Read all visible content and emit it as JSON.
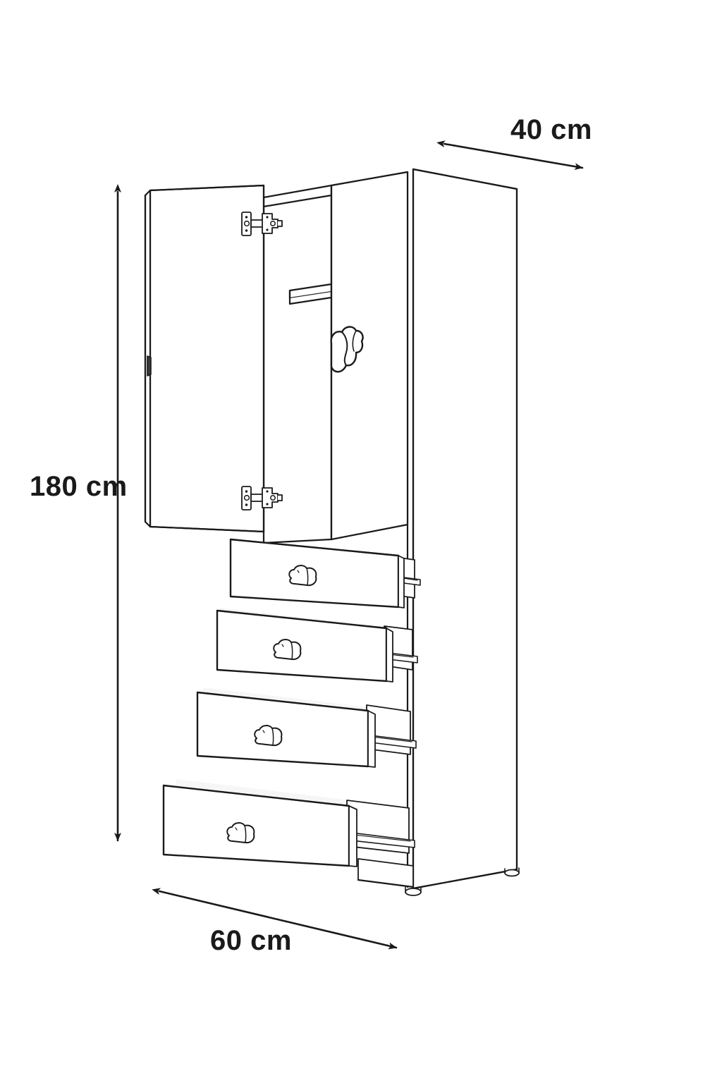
{
  "drawing": {
    "title": "Wardrobe technical dimension drawing",
    "subject": "children-wardrobe-with-four-drawers",
    "line_color": "#1a1a1a",
    "fill_color": "#ffffff",
    "shade_color": "#f2f2f2",
    "background": "#ffffff"
  },
  "dimensions": {
    "height": {
      "label": "180 cm",
      "value": 180,
      "unit": "cm",
      "orientation": "vertical",
      "position": "left"
    },
    "depth": {
      "label": "40 cm",
      "value": 40,
      "unit": "cm",
      "orientation": "diagonal",
      "position": "top-right"
    },
    "width": {
      "label": "60 cm",
      "value": 60,
      "unit": "cm",
      "orientation": "diagonal",
      "position": "bottom-left"
    }
  },
  "furniture": {
    "type": "wardrobe",
    "door": {
      "state": "open",
      "handle": "cloud-handle",
      "edge_handle": "door-edge-pull",
      "hinges": [
        {
          "name": "upper-hinge",
          "type": "concealed-hinge"
        },
        {
          "name": "lower-hinge",
          "type": "concealed-hinge"
        }
      ]
    },
    "interior": {
      "hanging_rail": "clothes-rail",
      "top_shelf": "top-shelf"
    },
    "drawers": [
      {
        "index": 1,
        "name": "drawer-1",
        "state": "open",
        "handle": "cloud-handle",
        "slide": "ball-bearing-slide"
      },
      {
        "index": 2,
        "name": "drawer-2",
        "state": "open",
        "handle": "cloud-handle",
        "slide": "ball-bearing-slide"
      },
      {
        "index": 3,
        "name": "drawer-3",
        "state": "open",
        "handle": "cloud-handle",
        "slide": "ball-bearing-slide"
      },
      {
        "index": 4,
        "name": "drawer-4",
        "state": "open",
        "handle": "cloud-handle",
        "slide": "ball-bearing-slide"
      }
    ],
    "feet": [
      {
        "name": "foot-front-left"
      },
      {
        "name": "foot-front-right"
      }
    ]
  }
}
